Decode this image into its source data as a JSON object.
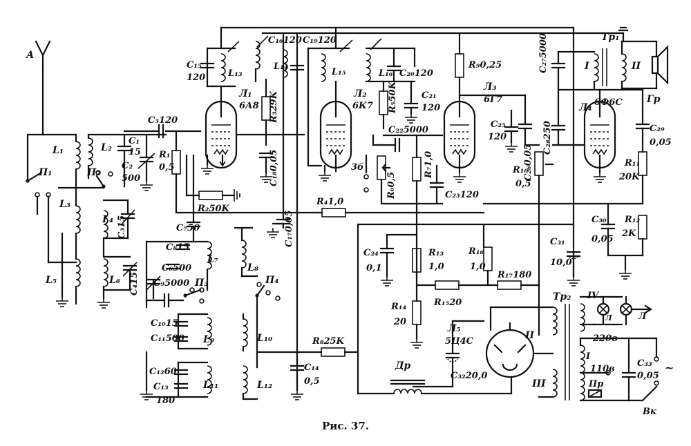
{
  "caption": "Рис. 37.",
  "labels": {
    "antenna": "А",
    "l1": "L₁",
    "l2": "L₂",
    "l3": "L₃",
    "l4": "L₄",
    "l5": "L₅",
    "l6": "L₆",
    "l7": "L₇",
    "l8": "L₈",
    "l9": "L₉",
    "l10": "L₁₀",
    "l11": "L₁₁",
    "l12": "L₁₂",
    "l13": "L₁₃",
    "l14": "L₁₄",
    "l15": "L₁₅",
    "l16": "L₁₆",
    "p1": "П₁",
    "p2": "П₂",
    "p3": "П₃",
    "p4": "П₄",
    "c1": "C₁",
    "c1v": "15",
    "c2": "C₂",
    "c2v": "500",
    "c3": "C₃15",
    "c4": "C₄15",
    "c5": "C₅120",
    "c6": "C₆500",
    "c7": "C₇50",
    "c8": "C₈15",
    "c9": "C₉5000",
    "c10": "C₁₀15",
    "c11": "C₁₁500",
    "c12": "C₁₂60",
    "c13": "C₁₃",
    "c13v": "180",
    "c14": "C₁₄",
    "c14v": "0,5",
    "c15": "C₁₅",
    "c15v": "120",
    "c16": "C₁₆120",
    "c17": "C₁₇0,05",
    "c18": "C₁₈0,05",
    "c19": "C₁₉120",
    "c20": "C₂₀120",
    "c21": "C₂₁",
    "c21v": "120",
    "c22": "C₂₂5000",
    "c23": "C₂₃120",
    "c24": "C₂₄",
    "c24v": "0,1",
    "c25": "C₂₅",
    "c25v": "120",
    "c26": "C₂₆0,05",
    "c27": "C₂₇5000",
    "c28": "C₂₈250",
    "c29": "C₂₉",
    "c29v": "0,05",
    "c30": "C₃₀",
    "c30v": "0,05",
    "c31": "C₃₁",
    "c31v": "10,0",
    "c32": "C₃₂20,0",
    "c33": "C₃₃",
    "c33v": "0,05",
    "r1": "R₁",
    "r1v": "0,5",
    "r2": "R₂50K",
    "r3": "R₃29K",
    "r4": "R₄1,0",
    "r5": "R₅50K",
    "r6": "R₆0,5",
    "r7": "R₇1,0",
    "r8": "R₈25K",
    "r9": "R₉0,25",
    "r10": "R₁₀",
    "r10v": "0,5",
    "r11": "R₁₁",
    "r11v": "20K",
    "r12": "R₁₂",
    "r12v": "2K",
    "r13": "R₁₃",
    "r13v": "1,0",
    "r14": "R₁₄",
    "r14v": "20",
    "r15": "R₁₅20",
    "r16": "R₁₆",
    "r16v": "1,0",
    "r17": "R₁₇180",
    "lamp1": "Л₁",
    "lamp1t": "6А8",
    "lamp2": "Л₂",
    "lamp2t": "6К7",
    "lamp3": "Л₃",
    "lamp3t": "6Г7",
    "lamp4": "Л₄",
    "lamp4t": "6Ф6С",
    "lamp5": "Л₅",
    "lamp5t": "5Ц4С",
    "tr1": "Тр₁",
    "tr2": "Тр₂",
    "gr": "Гр",
    "dr": "Др",
    "wI": "I",
    "wII": "II",
    "wIII": "III",
    "wIV": "IV",
    "v220": "220в",
    "v110": "110в",
    "pr": "Пр",
    "vk": "Вк",
    "pilot": "Л",
    "pickup": "3б",
    "mark": "~"
  }
}
